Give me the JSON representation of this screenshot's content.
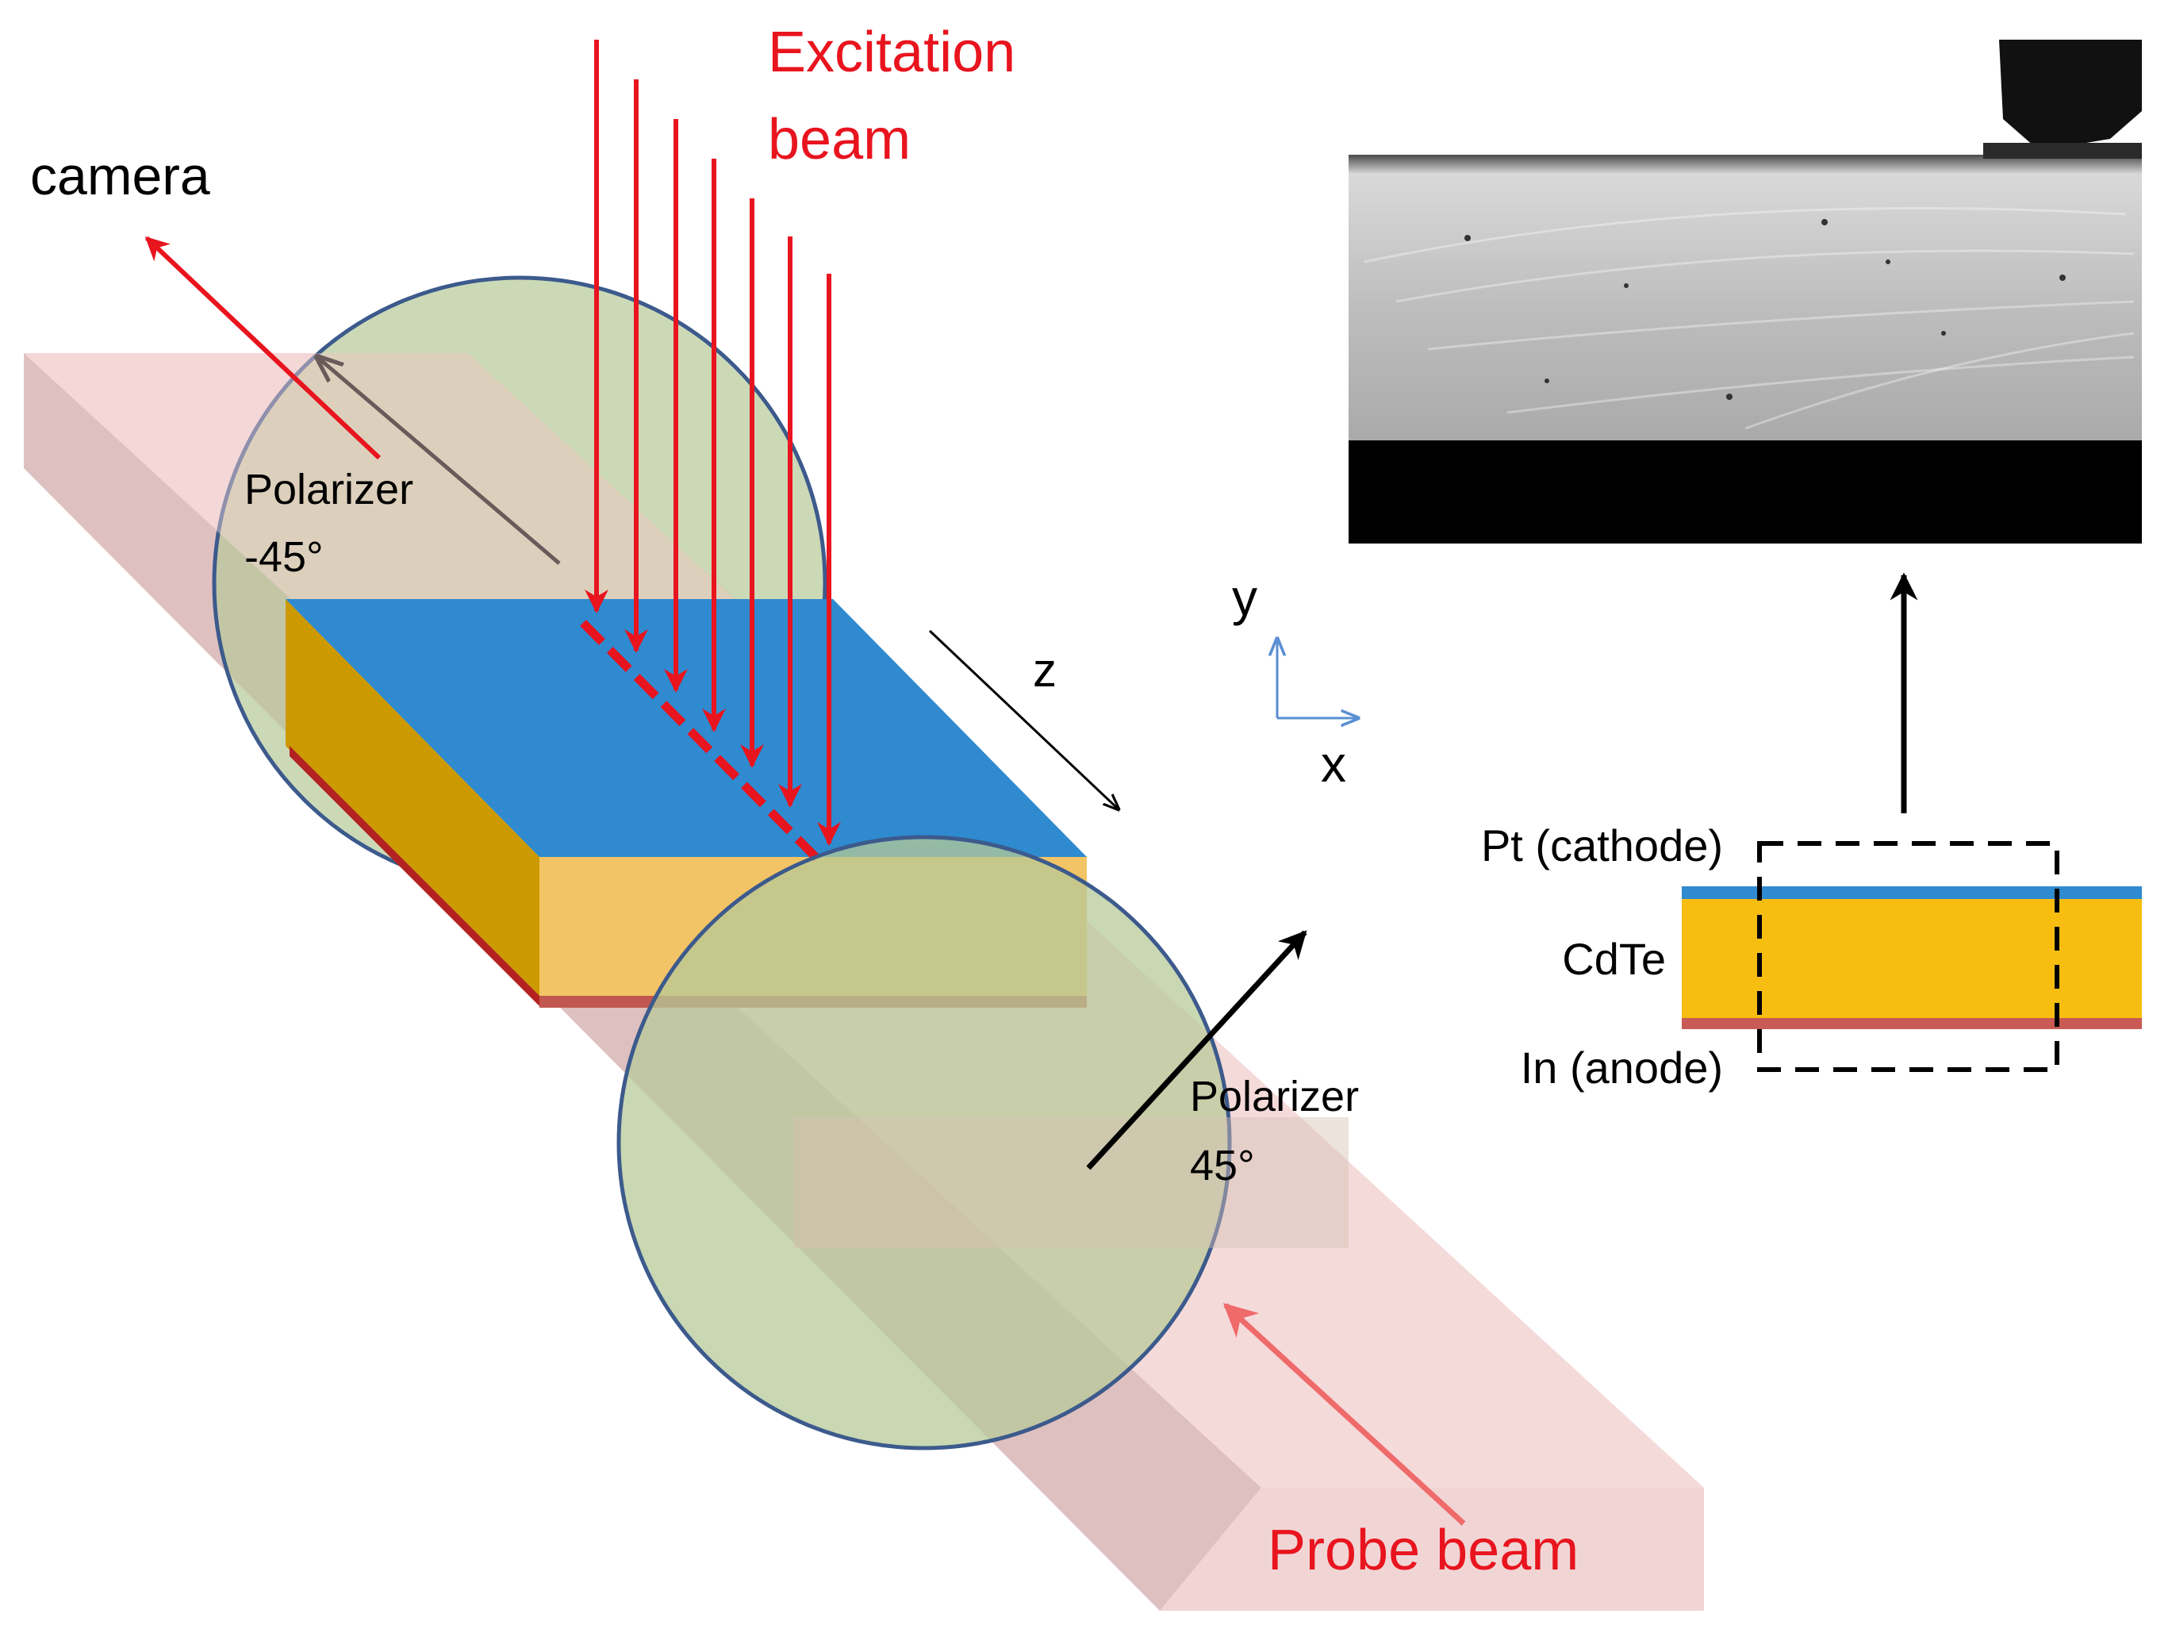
{
  "labels": {
    "excitation_line1": "Excitation",
    "excitation_line2": "beam",
    "camera": "camera",
    "polarizer_top": "Polarizer",
    "polarizer_top_angle": "-45°",
    "polarizer_bottom": "Polarizer",
    "polarizer_bottom_angle": "45°",
    "z_axis": "z",
    "y_axis": "y",
    "x_axis": "x",
    "probe_beam": "Probe beam",
    "pt_layer": "Pt (cathode)",
    "cdte_layer": "CdTe",
    "in_layer": "In (anode)"
  },
  "colors": {
    "red_text": "#e8141e",
    "beam_red": "#e8141e",
    "probe_red": "#ef6a6a",
    "pt_blue": "#2f8ad0",
    "cdte_yellow": "#f7be11",
    "in_red": "#c95a55",
    "polarizer_fill": "#b7c998",
    "polarizer_edge": "#3c5a8c",
    "probe_bar": "#f3d3d3",
    "axis_blue": "#5a8fd1"
  }
}
